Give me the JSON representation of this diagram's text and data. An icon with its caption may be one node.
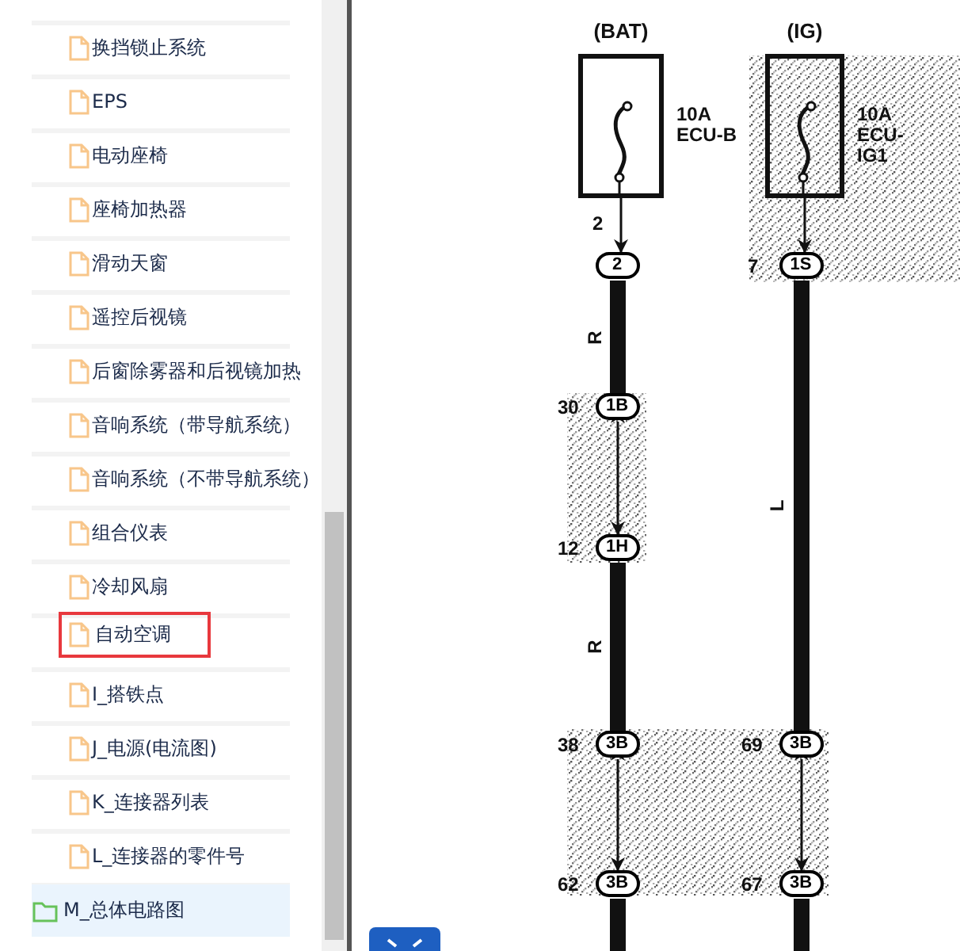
{
  "diagram": {
    "nodes": [
      {
        "text": [
          "自动空调"
        ]
      },
      {
        "text": [
          "(BAT)"
        ],
        "beside": [
          "10A ECU-B"
        ]
      },
      {
        "text": [
          "(IG)"
        ],
        "beside": [
          "10A ECU-IG1"
        ]
      },
      {
        "text": [
          "2"
        ],
        "beside": [
          "2"
        ]
      },
      {
        "text": [
          "1S"
        ],
        "beside": [
          "7"
        ]
      },
      {
        "text": [
          "1B"
        ],
        "beside": [
          "30"
        ]
      },
      {
        "text": [
          "1H"
        ],
        "beside": [
          "12"
        ]
      },
      {
        "text": [
          "3B"
        ],
        "beside": [
          "38"
        ]
      },
      {
        "text": [
          "3B"
        ],
        "beside": [
          "69"
        ]
      },
      {
        "text": [
          "3B"
        ],
        "beside": [
          "62"
        ]
      },
      {
        "text": [
          "3B"
        ],
        "beside": [
          "67"
        ]
      }
    ],
    "edges": [
      {
        "from": 1,
        "to": 3,
        "arrow": "to"
      },
      {
        "from": 2,
        "to": 4,
        "arrow": "to"
      },
      {
        "from": 3,
        "to": 5,
        "arrow": "none",
        "label": "R",
        "style": "thick"
      },
      {
        "from": 5,
        "to": 6,
        "arrow": "both"
      },
      {
        "from": 6,
        "to": 7,
        "arrow": "none",
        "label": "R",
        "style": "thick"
      },
      {
        "from": 4,
        "to": 8,
        "arrow": "none",
        "label": "L",
        "style": "thick"
      },
      {
        "from": 7,
        "to": 9,
        "arrow": "both"
      },
      {
        "from": 8,
        "to": 10,
        "arrow": "both"
      },
      {
        "from": 9,
        "to": null,
        "arrow": "none",
        "style": "thick"
      },
      {
        "from": 10,
        "to": null,
        "arrow": "none",
        "style": "thick"
      }
    ],
    "labels": [
      "换挡锁止系统",
      "EPS",
      "电动座椅",
      "座椅加热器",
      "滑动天窗",
      "遥控后视镜",
      "后窗除雾器和后视镜加热",
      "音响系统（带导航系统）",
      "音响系统（不带导航系统）",
      "组合仪表",
      "冷却风扇",
      "I_搭铁点",
      "J_电源(电流图)",
      "K_连接器列表",
      "L_连接器的零件号",
      "M_总体电路图"
    ]
  }
}
